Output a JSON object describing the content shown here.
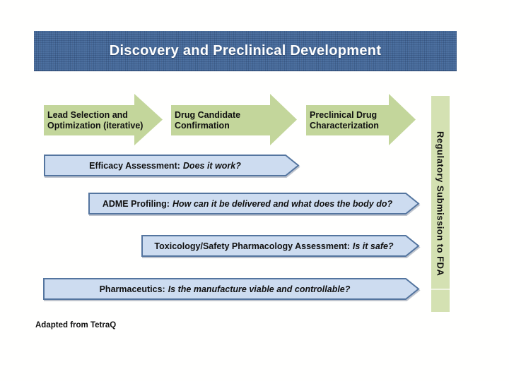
{
  "slide": {
    "title": "Discovery and Preclinical Development",
    "footnote": "Adapted from TetraQ"
  },
  "process_arrows": [
    {
      "line1": "Lead Selection and",
      "line2": "Optimization (iterative)"
    },
    {
      "line1": "Drug Candidate",
      "line2": "Confirmation"
    },
    {
      "line1": "Preclinical Drug",
      "line2": "Characterization"
    }
  ],
  "regulatory_bar": {
    "label": "Regulatory Submission to FDA"
  },
  "assessment_arrows": [
    {
      "prefix": "Efficacy Assessment:",
      "question": "Does it work?"
    },
    {
      "prefix": "ADME Profiling:",
      "question": "How can it be delivered and what does the body do?"
    },
    {
      "prefix": "Toxicology/Safety Pharmacology Assessment:",
      "question": "Is it safe?"
    },
    {
      "prefix": "Pharmaceutics:",
      "question": "Is the manufacture viable and controllable?"
    }
  ],
  "colors": {
    "header_blue": "#4c70a0",
    "title_text": "#ffffff",
    "arrow_green": "#c3d69b",
    "bar_green": "#d4e1b2",
    "blue_fill": "#cddcf0",
    "blue_border": "#54759f",
    "text_dark": "#111111",
    "page_bg": "#fffffe"
  }
}
